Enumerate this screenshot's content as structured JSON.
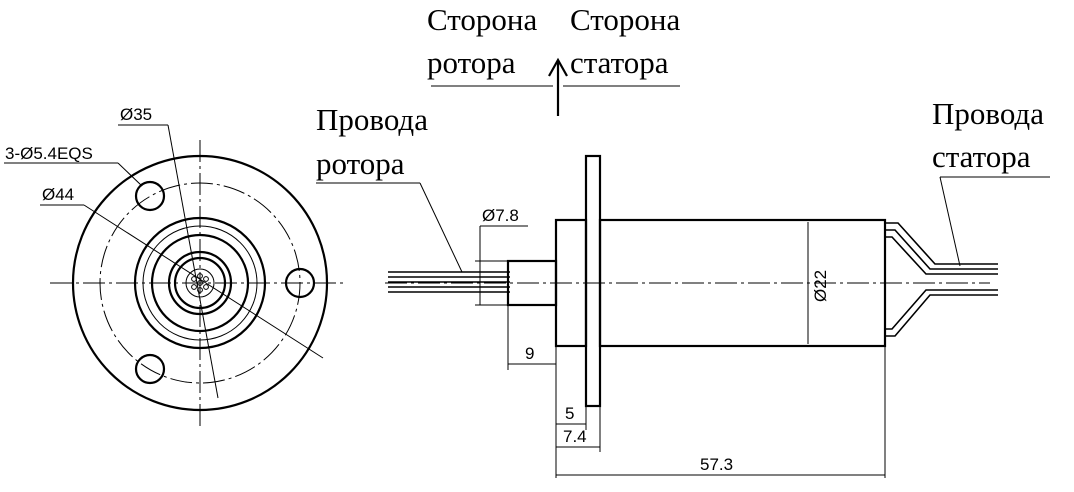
{
  "labels": {
    "rotor_side": [
      "Сторона",
      "ротора"
    ],
    "stator_side": [
      "Сторона",
      "статора"
    ],
    "rotor_wires": [
      "Провода",
      "ротора"
    ],
    "stator_wires": [
      "Провода",
      "статора"
    ]
  },
  "front_view": {
    "d35": "Ø35",
    "holes": "3-Ø5.4EQS",
    "d44": "Ø44"
  },
  "side_view": {
    "d7_8": "Ø7.8",
    "d22": "Ø22",
    "len_9": "9",
    "len_5": "5",
    "len_7_4": "7.4",
    "len_57_3": "57.3"
  },
  "colors": {
    "line": "#000000",
    "background": "#ffffff"
  }
}
